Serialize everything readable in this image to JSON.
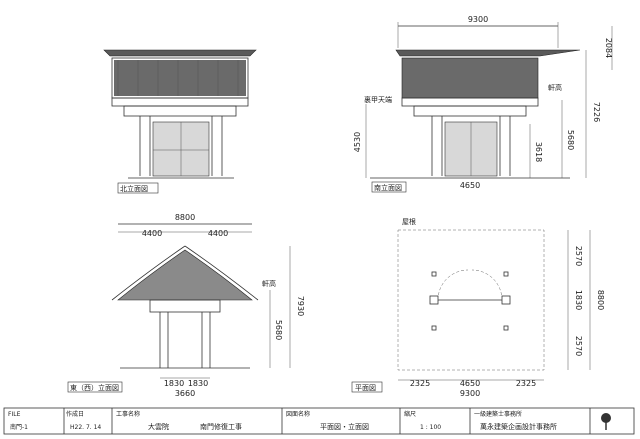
{
  "north": {
    "title": "北立面図"
  },
  "south": {
    "title": "南立面図",
    "width_top": "9300",
    "dim_right_top": "2084",
    "dim_height": "7226",
    "dim_eave": "5680",
    "dim_door": "3618",
    "dim_left": "4530",
    "dim_base": "4650",
    "label_ceiling": "裏甲天端",
    "label_eave": "軒高"
  },
  "east": {
    "title": "東（西）立面図",
    "width_total": "8800",
    "half_left": "4400",
    "half_right": "4400",
    "dim_height": "7930",
    "dim_eave": "5680",
    "label_eave": "軒高",
    "base_left": "1830",
    "base_right": "1830",
    "base_total": "3660"
  },
  "plan": {
    "title": "平面図",
    "label_top": "屋根",
    "dim_r1": "2570",
    "dim_r2": "1830",
    "dim_r3": "2570",
    "dim_total": "8800",
    "base_l": "2325",
    "base_m": "4650",
    "base_r": "2325",
    "base_total": "9300"
  },
  "title_block": {
    "file_label": "FILE",
    "file_value": "南門-1",
    "date_label": "作成日",
    "date_value": "H22. 7. 14",
    "project_label": "工事名称",
    "client": "大雲院",
    "project": "南門修復工事",
    "drawing_label": "図面名称",
    "drawing": "平面図・立面図",
    "scale_label": "縮尺",
    "scale": "1 : 100",
    "firm_label": "一級建築士事務所",
    "firm": "萬永建築企画設計事務所"
  }
}
